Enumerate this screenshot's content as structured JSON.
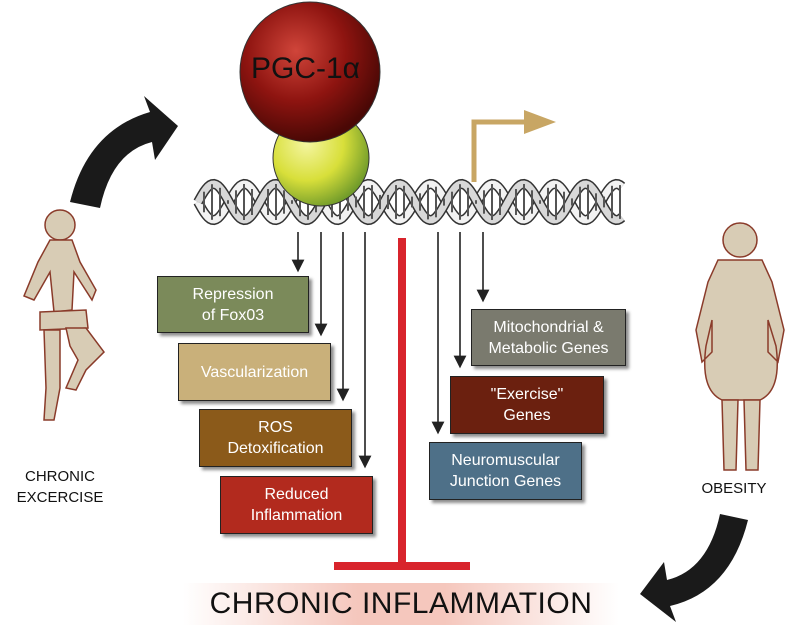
{
  "protein_label": "PGC-1α",
  "left_boxes": [
    {
      "line1": "Repression",
      "line2": "of Fox03",
      "color": "#7b8a5a"
    },
    {
      "line1": "Vascularization",
      "line2": "",
      "color": "#c9b07a"
    },
    {
      "line1": "ROS",
      "line2": "Detoxification",
      "color": "#8b5a1a"
    },
    {
      "line1": "Reduced",
      "line2": "Inflammation",
      "color": "#b22a1e"
    }
  ],
  "right_boxes": [
    {
      "line1": "Mitochondrial &",
      "line2": "Metabolic Genes",
      "color": "#7a7a6e"
    },
    {
      "line1": "\"Exercise\"",
      "line2": "Genes",
      "color": "#6b200f"
    },
    {
      "line1": "Neuromuscular",
      "line2": "Junction Genes",
      "color": "#4e7088"
    }
  ],
  "left_condition": {
    "line1": "CHRONIC",
    "line2": "EXCERCISE"
  },
  "right_condition": "OBESITY",
  "outcome": "CHRONIC INFLAMMATION",
  "colors": {
    "pgc_ball": "#8e1410",
    "partner_ball": "#d8df3a",
    "inhibition_bar": "#d8242c",
    "transcription_arrow": "#c8a664",
    "curved_arrows": "#1a1a1a",
    "figure_fill": "#d8ccb5"
  }
}
